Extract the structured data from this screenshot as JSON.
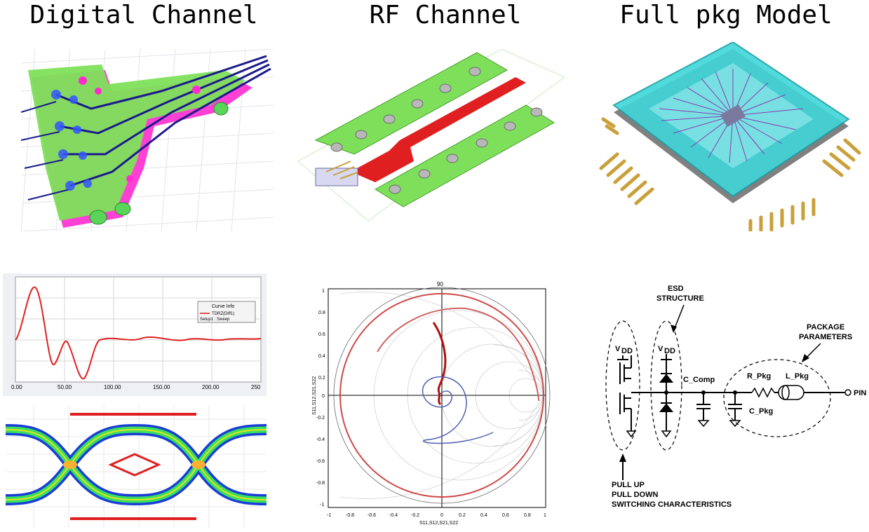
{
  "titles": {
    "digital": "Digital Channel",
    "rf": "RF Channel",
    "pkg": "Full pkg Model"
  },
  "tdr_plot": {
    "legend_title": "Curve Info",
    "legend_trace": "TDRZ(Diff1)",
    "legend_setup": "Setup1 : Sweep",
    "trace_color": "#e02020",
    "x_ticks": [
      "0.00",
      "50.00",
      "100.00",
      "150.00",
      "200.00",
      "250"
    ]
  },
  "smith_chart": {
    "left_axis_label": "S11,S12,S21,S22",
    "bottom_axis_label": "S11,S12,S21,S22",
    "top_angle": "90",
    "x_ticks": [
      "-1",
      "-0.8",
      "-0.6",
      "-0.4",
      "-0.2",
      "0",
      "0.2",
      "0.4",
      "0.6",
      "0.8",
      "1"
    ],
    "y_ticks": [
      "1",
      "0.8",
      "0.6",
      "0.4",
      "0.2",
      "0",
      "-0.2",
      "-0.4",
      "-0.6",
      "-0.8",
      "-1"
    ]
  },
  "schematic": {
    "esd_line1": "ESD",
    "esd_line2": "STRUCTURE",
    "pkg_line1": "PACKAGE",
    "pkg_line2": "PARAMETERS",
    "vdd_left": "V",
    "vdd_left_sub": "DD",
    "vdd_right": "V",
    "vdd_right_sub": "DD",
    "c_comp": "C_Comp",
    "r_pkg": "R_Pkg",
    "l_pkg": "L_Pkg",
    "c_pkg": "C_Pkg",
    "pin": "PIN",
    "pull_up": "PULL UP",
    "pull_down": "PULL DOWN",
    "switching": "SWITCHING CHARACTERISTICS"
  },
  "colors": {
    "board_green": "#7ee05a",
    "trace_red": "#e02020",
    "pkg_cyan": "#3fd6d9",
    "lead_gold": "#c9a03a",
    "trace_navy": "#1a1a8c"
  }
}
